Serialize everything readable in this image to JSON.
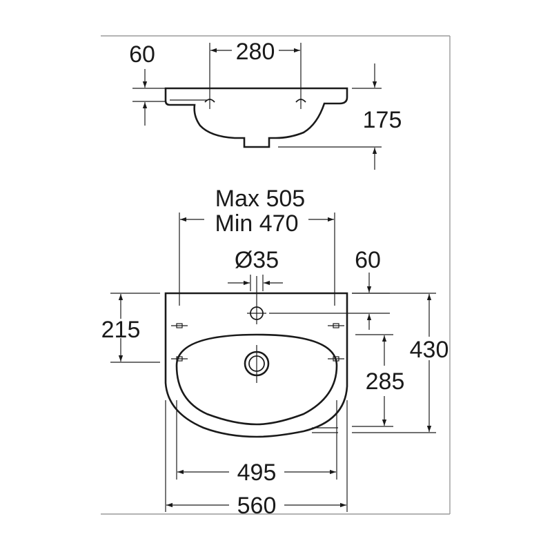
{
  "dimensions": {
    "side_view": {
      "rim_thickness": "60",
      "tap_hole_spacing": "280",
      "total_height": "175"
    },
    "top_view": {
      "max_width": "Max 505",
      "min_width": "Min 470",
      "tap_hole_diameter": "Ø35",
      "tap_hole_offset": "60",
      "fixing_height": "215",
      "overall_depth": "430",
      "bowl_depth": "285",
      "inner_width": "495",
      "overall_width": "560"
    }
  }
}
